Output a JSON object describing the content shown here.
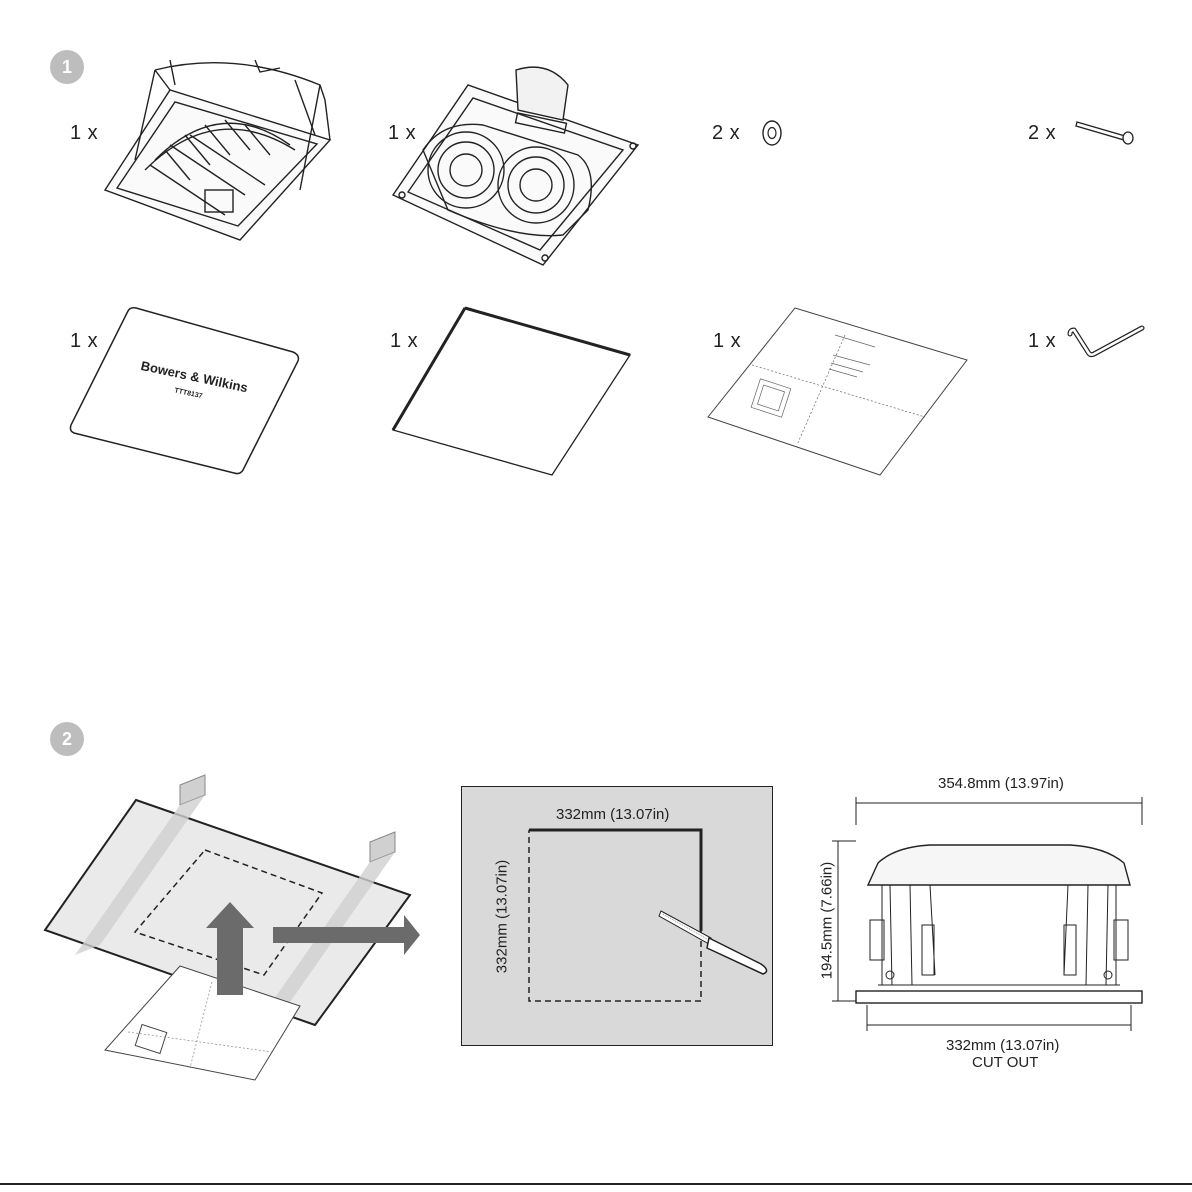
{
  "step1": {
    "badge": "1",
    "items": [
      {
        "qty": "1 x",
        "icon": "back-box-icon"
      },
      {
        "qty": "1 x",
        "icon": "speaker-baffle-icon"
      },
      {
        "qty": "2 x",
        "icon": "washer-icon"
      },
      {
        "qty": "2 x",
        "icon": "screw-icon"
      },
      {
        "qty": "1 x",
        "icon": "grille-cover-icon",
        "logo": "Bowers & Wilkins",
        "sublogo": "TTT8137"
      },
      {
        "qty": "1 x",
        "icon": "paint-mask-icon"
      },
      {
        "qty": "1 x",
        "icon": "cutting-template-icon"
      },
      {
        "qty": "1 x",
        "icon": "hex-key-icon"
      }
    ]
  },
  "step2": {
    "badge": "2",
    "cutout_width": "332mm (13.07in)",
    "cutout_height": "332mm (13.07in)",
    "overall_width": "354.8mm (13.97in)",
    "overall_depth": "194.5mm (7.66in)",
    "cutout_label_size": "332mm (13.07in)",
    "cutout_label_text": "CUT OUT"
  },
  "colors": {
    "badge": "#bdbdbd",
    "panel": "#d9d9d9",
    "arrow": "#6b6b6b",
    "line": "#222222"
  }
}
